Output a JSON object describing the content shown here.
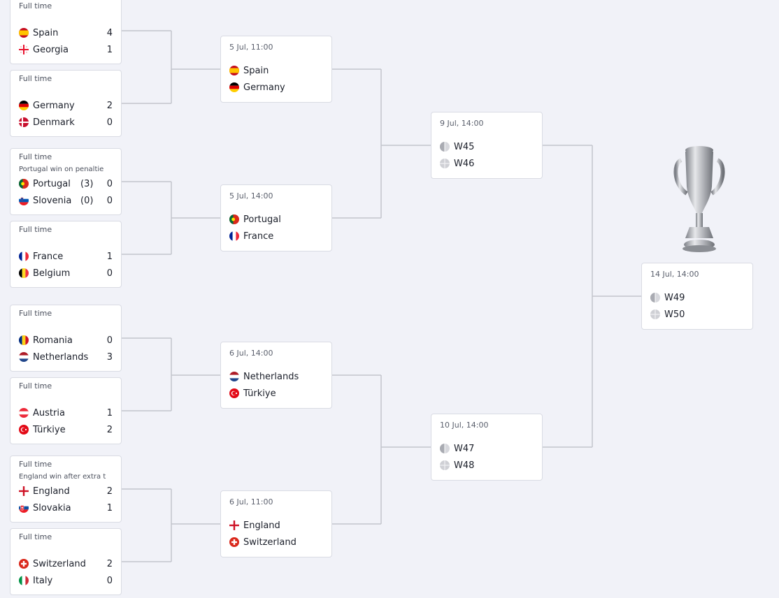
{
  "colors": {
    "background": "#f1f2f8",
    "card": "#ffffff",
    "card_border": "#d9dbe3",
    "connector": "#c3c5cc",
    "text": "#1b1f2a",
    "muted": "#4a4f5c"
  },
  "round_of_16": [
    {
      "status": "Full time",
      "note": "",
      "teams": [
        {
          "name": "Spain",
          "flag": "spain-flag",
          "score": "4",
          "pen": ""
        },
        {
          "name": "Georgia",
          "flag": "georgia-flag",
          "score": "1",
          "pen": ""
        }
      ]
    },
    {
      "status": "Full time",
      "note": "",
      "teams": [
        {
          "name": "Germany",
          "flag": "germany-flag",
          "score": "2",
          "pen": ""
        },
        {
          "name": "Denmark",
          "flag": "denmark-flag",
          "score": "0",
          "pen": ""
        }
      ]
    },
    {
      "status": "Full time",
      "note": "Portugal win on penaltie",
      "teams": [
        {
          "name": "Portugal",
          "flag": "portugal-flag",
          "score": "0",
          "pen": "(3)"
        },
        {
          "name": "Slovenia",
          "flag": "slovenia-flag",
          "score": "0",
          "pen": "(0)"
        }
      ]
    },
    {
      "status": "Full time",
      "note": "",
      "teams": [
        {
          "name": "France",
          "flag": "france-flag",
          "score": "1",
          "pen": ""
        },
        {
          "name": "Belgium",
          "flag": "belgium-flag",
          "score": "0",
          "pen": ""
        }
      ]
    },
    {
      "status": "Full time",
      "note": "",
      "teams": [
        {
          "name": "Romania",
          "flag": "romania-flag",
          "score": "0",
          "pen": ""
        },
        {
          "name": "Netherlands",
          "flag": "netherlands-flag",
          "score": "3",
          "pen": ""
        }
      ]
    },
    {
      "status": "Full time",
      "note": "",
      "teams": [
        {
          "name": "Austria",
          "flag": "austria-flag",
          "score": "1",
          "pen": ""
        },
        {
          "name": "Türkiye",
          "flag": "turkiye-flag",
          "score": "2",
          "pen": ""
        }
      ]
    },
    {
      "status": "Full time",
      "note": "England win after extra t",
      "teams": [
        {
          "name": "England",
          "flag": "england-flag",
          "score": "2",
          "pen": ""
        },
        {
          "name": "Slovakia",
          "flag": "slovakia-flag",
          "score": "1",
          "pen": ""
        }
      ]
    },
    {
      "status": "Full time",
      "note": "",
      "teams": [
        {
          "name": "Switzerland",
          "flag": "switzerland-flag",
          "score": "2",
          "pen": ""
        },
        {
          "name": "Italy",
          "flag": "italy-flag",
          "score": "0",
          "pen": ""
        }
      ]
    }
  ],
  "quarter_finals": [
    {
      "datetime": "5 Jul, 11:00",
      "teams": [
        {
          "name": "Spain",
          "flag": "spain-flag"
        },
        {
          "name": "Germany",
          "flag": "germany-flag"
        }
      ]
    },
    {
      "datetime": "5 Jul, 14:00",
      "teams": [
        {
          "name": "Portugal",
          "flag": "portugal-flag"
        },
        {
          "name": "France",
          "flag": "france-flag"
        }
      ]
    },
    {
      "datetime": "6 Jul, 14:00",
      "teams": [
        {
          "name": "Netherlands",
          "flag": "netherlands-flag"
        },
        {
          "name": "Türkiye",
          "flag": "turkiye-flag"
        }
      ]
    },
    {
      "datetime": "6 Jul, 11:00",
      "teams": [
        {
          "name": "England",
          "flag": "england-flag"
        },
        {
          "name": "Switzerland",
          "flag": "switzerland-flag"
        }
      ]
    }
  ],
  "semi_finals": [
    {
      "datetime": "9 Jul, 14:00",
      "teams": [
        {
          "name": "W45",
          "flag": "placeholder-half-icon"
        },
        {
          "name": "W46",
          "flag": "placeholder-cross-icon"
        }
      ]
    },
    {
      "datetime": "10 Jul, 14:00",
      "teams": [
        {
          "name": "W47",
          "flag": "placeholder-half-icon"
        },
        {
          "name": "W48",
          "flag": "placeholder-cross-icon"
        }
      ]
    }
  ],
  "final": {
    "datetime": "14 Jul, 14:00",
    "teams": [
      {
        "name": "W49",
        "flag": "placeholder-half-icon"
      },
      {
        "name": "W50",
        "flag": "placeholder-cross-icon"
      }
    ]
  },
  "trophy_icon": "trophy-icon"
}
